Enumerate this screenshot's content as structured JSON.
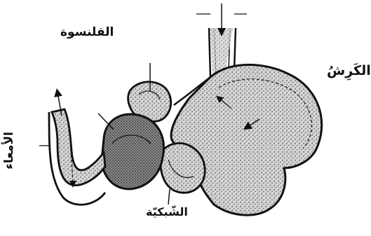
{
  "labels": {
    "qalansuwa": "القلنسوة",
    "karsh": "الكَرِشُ",
    "shabakiya": "الشّبكيّة",
    "amaa": "الأمعاء"
  },
  "colors": {
    "ink": "#111111",
    "fill": "#bdbdbd",
    "background": "#ffffff"
  }
}
